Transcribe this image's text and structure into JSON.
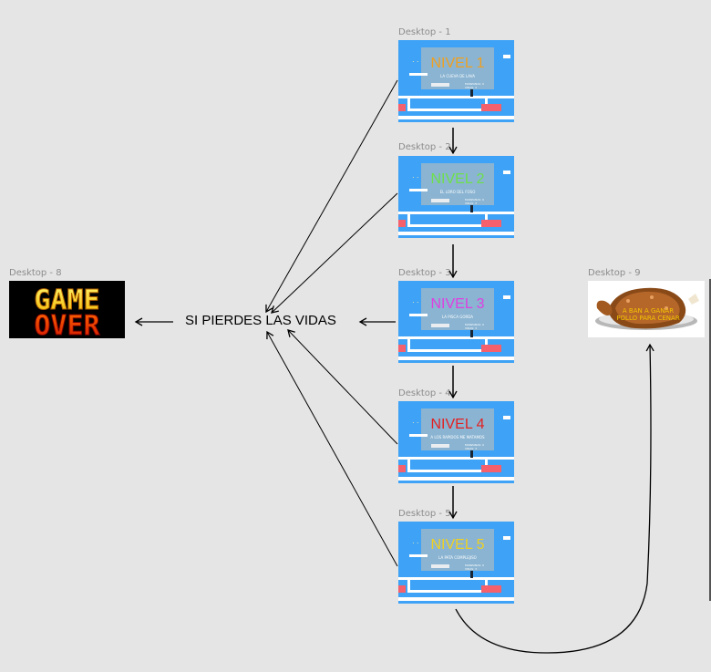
{
  "frames": {
    "desktop_1_label": "Desktop - 1",
    "desktop_2_label": "Desktop - 2",
    "desktop_3_label": "Desktop - 3",
    "desktop_4_label": "Desktop - 4",
    "desktop_5_label": "Desktop - 5",
    "desktop_8_label": "Desktop - 8",
    "desktop_9_label": "Desktop - 9"
  },
  "levels": [
    {
      "title": "NIVEL 1",
      "subtitle": "LA CUEVA DE LAVA",
      "color": "#f0a020",
      "stats1": "MANZANAS: 0",
      "stats2": "VIDAS: 3"
    },
    {
      "title": "NIVEL 2",
      "subtitle": "EL LORO DEL FOSO",
      "color": "#6ee04a",
      "stats1": "MANZANAS: 0",
      "stats2": "VIDAS: 3"
    },
    {
      "title": "NIVEL 3",
      "subtitle": "LA PISCA GORDA",
      "color": "#e040e0",
      "stats1": "MANZANAS: 0",
      "stats2": "VIDAS: 3"
    },
    {
      "title": "NIVEL 4",
      "subtitle": "A LOS RAPIDOS ME MATAMOS",
      "color": "#e42020",
      "stats1": "MANZANAS: 0",
      "stats2": "VIDAS: 3"
    },
    {
      "title": "NIVEL 5",
      "subtitle": "LA PATA COMPLEJISO",
      "color": "#f0d020",
      "stats1": "MANZANAS: 0",
      "stats2": "VIDAS: 3"
    }
  ],
  "gameover": {
    "line1": "GAME",
    "line2": "OVER",
    "top_color": "#f5e000",
    "bottom_color": "#e02000"
  },
  "pollo_caption": "A BAN A GANAR POLLO PARA CENAR",
  "center_text": "SI PIERDES LAS VIDAS",
  "colors": {
    "background": "#e5e5e5",
    "level_bg": "#3ea2f6",
    "lava": "#f4606c"
  }
}
